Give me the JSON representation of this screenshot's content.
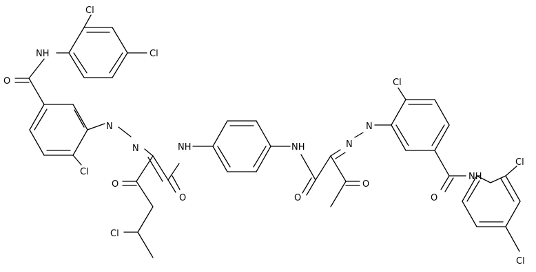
{
  "labels": {
    "cl_tl_a": "Cl",
    "cl_tl_b": "Cl",
    "nh_tl": "NH",
    "o_amide_l": "O",
    "cl_ring_l": "Cl",
    "n_azo_l1": "N",
    "n_azo_l2": "N",
    "nh_center_l": "NH",
    "o_keto_l": "O",
    "o_amide_cl": "O",
    "cl_chain": "Cl",
    "nh_center_r": "NH",
    "n_azo_r1": "N",
    "n_azo_r2": "N",
    "o_amide_cr": "O",
    "o_keto_r": "O",
    "cl_ring_r": "Cl",
    "nh_br": "NH",
    "o_amide_r": "O",
    "cl_br_a": "Cl",
    "cl_br_b": "Cl"
  }
}
